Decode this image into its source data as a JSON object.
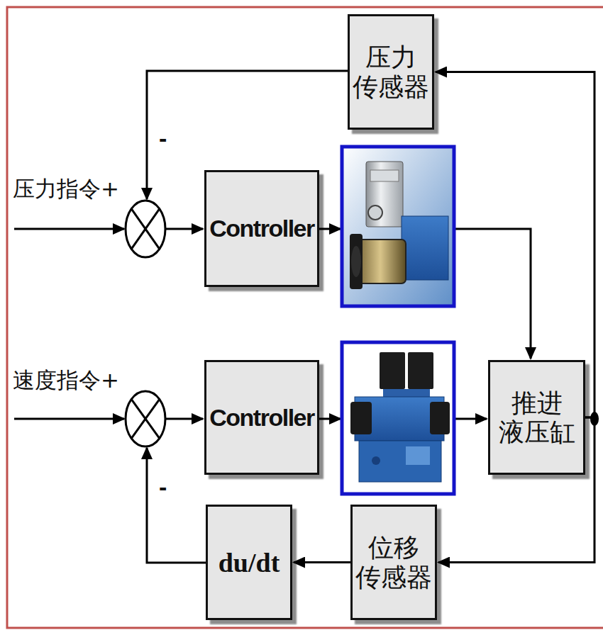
{
  "diagram": {
    "nodes": [
      {
        "text": [
          "压力传感器"
        ]
      },
      {
        "text": [
          "Controller"
        ]
      },
      {
        "text": [
          "Controller"
        ]
      },
      {
        "text": [
          "推进液压缸"
        ]
      },
      {
        "text": [
          "位移传感器"
        ]
      },
      {
        "text": [
          "du/dt"
        ]
      }
    ],
    "edges": [
      {
        "from": 3,
        "to": 0,
        "arrow": "to"
      },
      {
        "from": 3,
        "to": 4,
        "arrow": "to"
      },
      {
        "from": 4,
        "to": 5,
        "arrow": "to"
      }
    ],
    "labels": [
      "压力指令+",
      "速度指令+",
      "-",
      "-"
    ]
  }
}
